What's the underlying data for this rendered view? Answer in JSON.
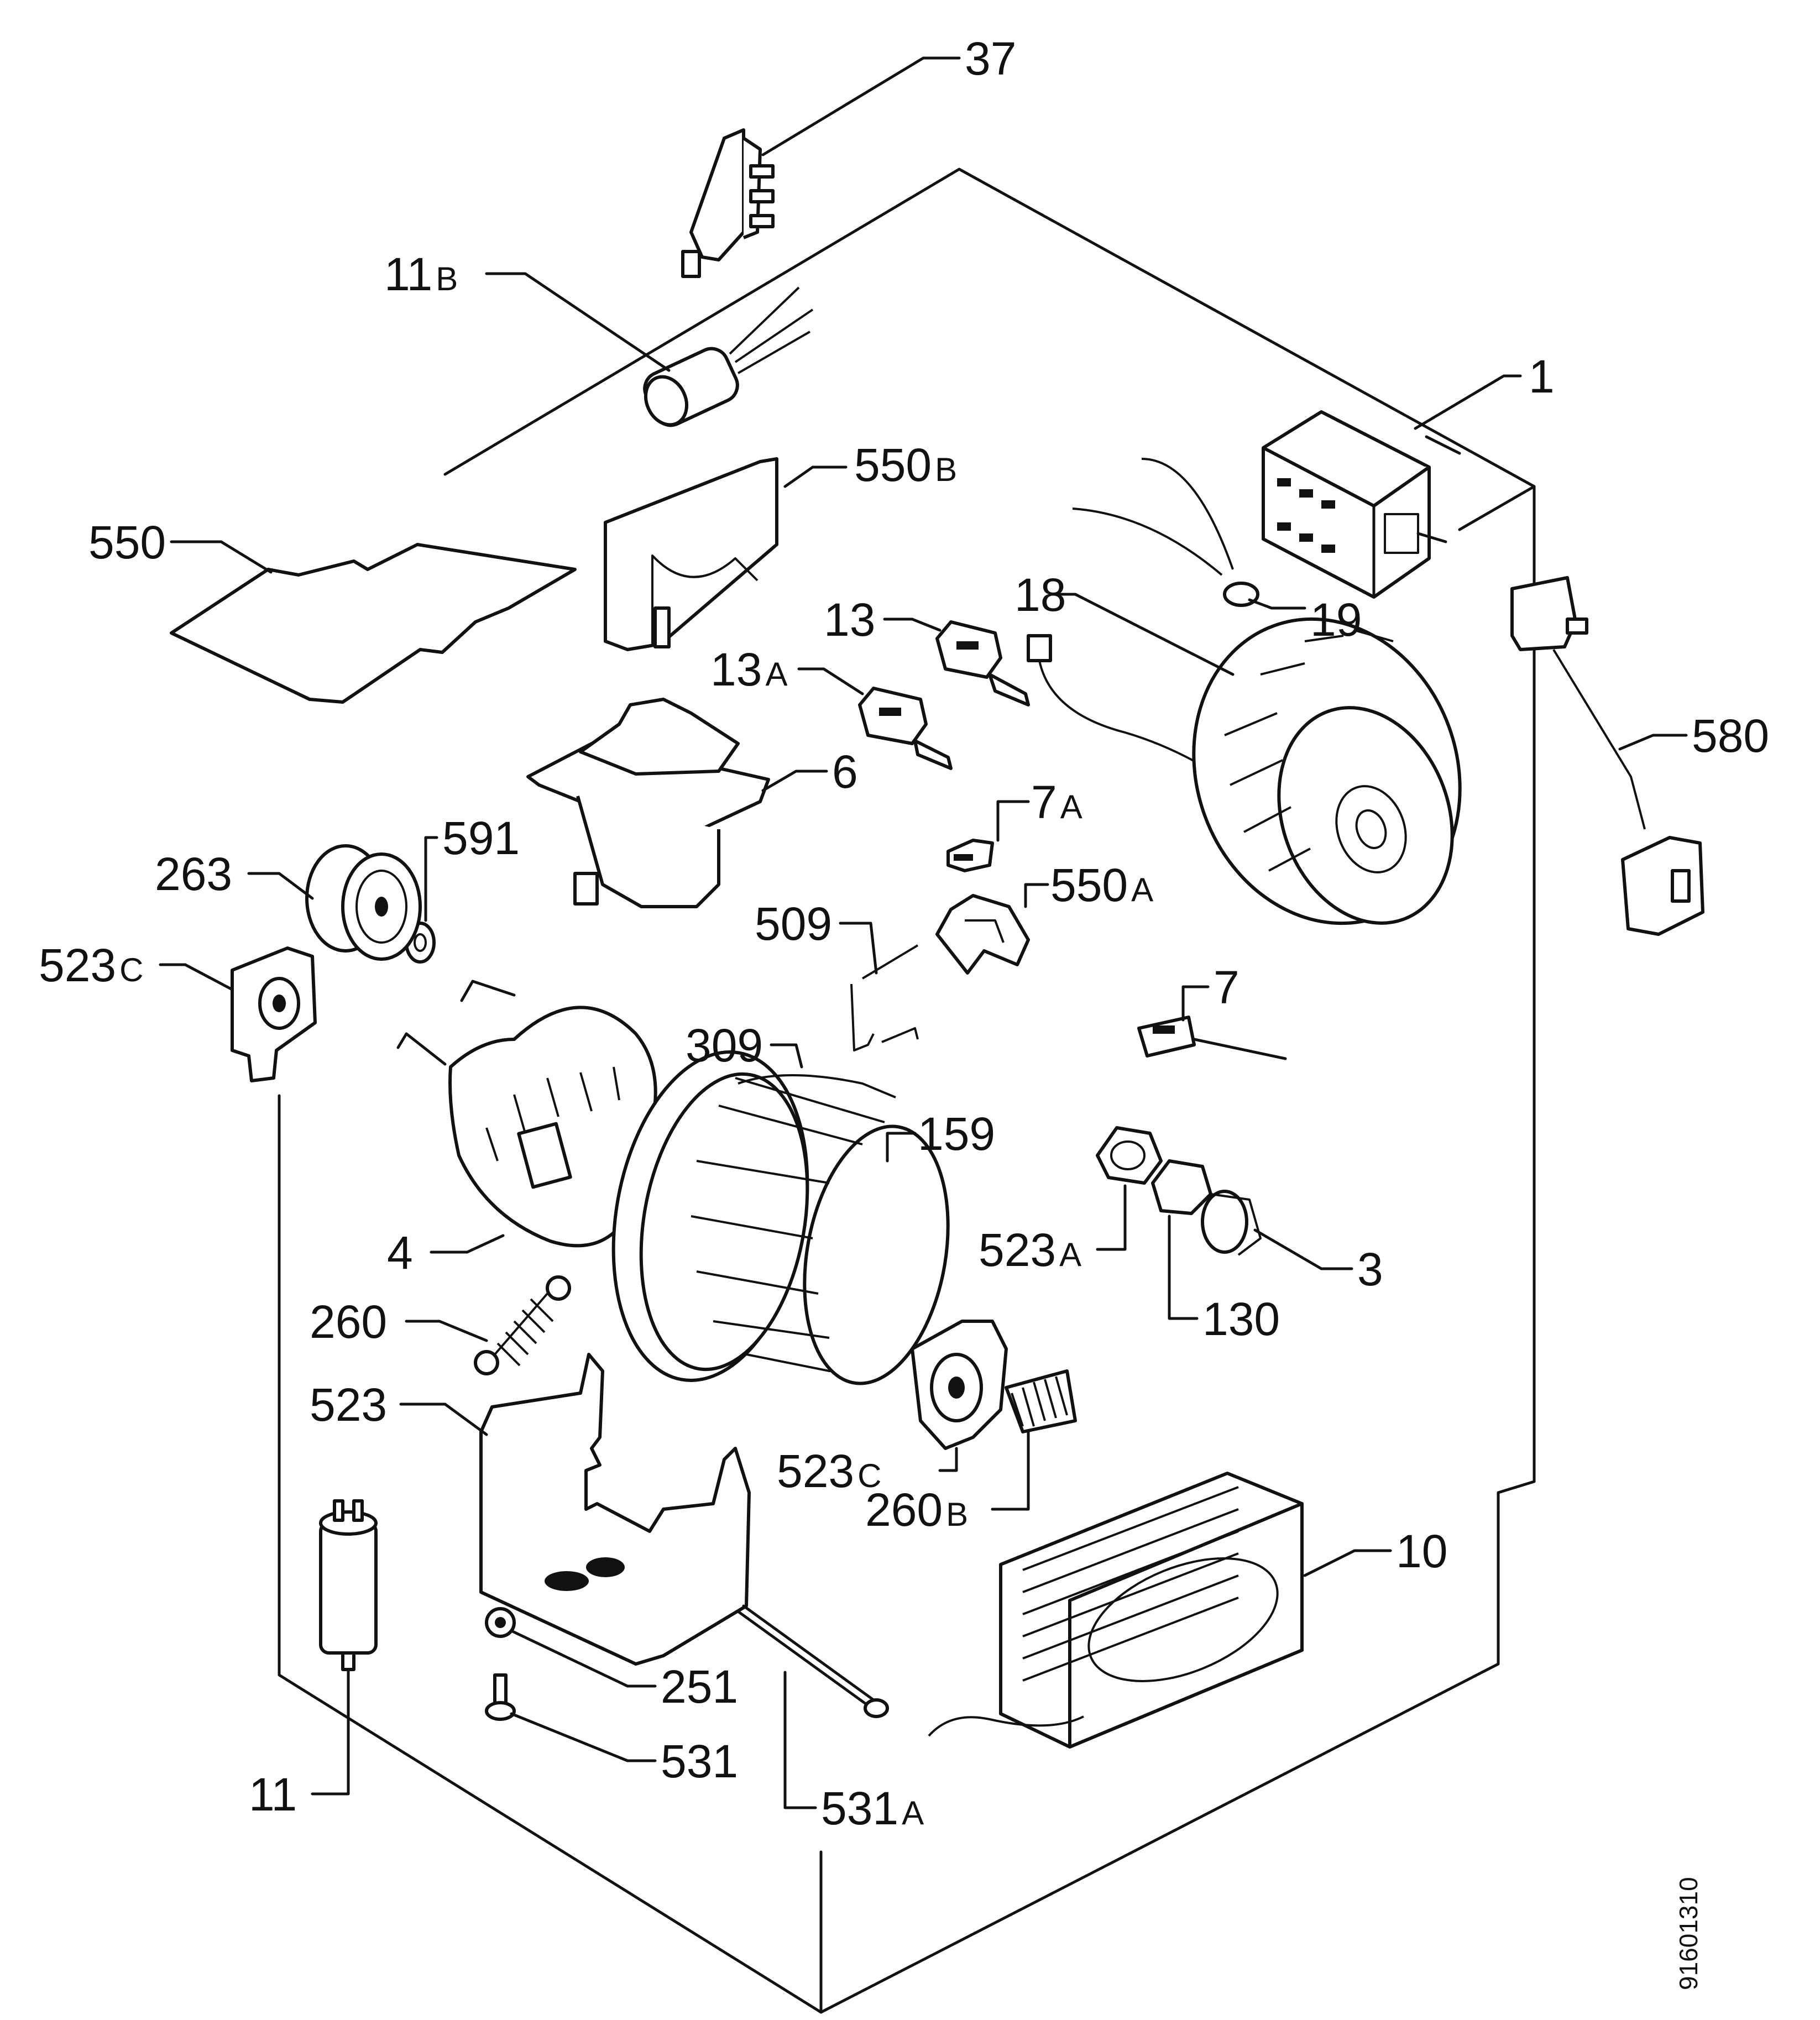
{
  "callouts": [
    {
      "id": "37",
      "main": "37",
      "suffix": ""
    },
    {
      "id": "11B",
      "main": "11",
      "suffix": "B"
    },
    {
      "id": "1",
      "main": "1",
      "suffix": ""
    },
    {
      "id": "550B",
      "main": "550",
      "suffix": "B"
    },
    {
      "id": "550",
      "main": "550",
      "suffix": ""
    },
    {
      "id": "13",
      "main": "13",
      "suffix": ""
    },
    {
      "id": "18",
      "main": "18",
      "suffix": ""
    },
    {
      "id": "19",
      "main": "19",
      "suffix": ""
    },
    {
      "id": "13A",
      "main": "13",
      "suffix": "A"
    },
    {
      "id": "580",
      "main": "580",
      "suffix": ""
    },
    {
      "id": "6",
      "main": "6",
      "suffix": ""
    },
    {
      "id": "7A",
      "main": "7",
      "suffix": "A"
    },
    {
      "id": "591",
      "main": "591",
      "suffix": ""
    },
    {
      "id": "263",
      "main": "263",
      "suffix": ""
    },
    {
      "id": "550A",
      "main": "550",
      "suffix": "A"
    },
    {
      "id": "509",
      "main": "509",
      "suffix": ""
    },
    {
      "id": "523C_left",
      "main": "523",
      "suffix": "C"
    },
    {
      "id": "7",
      "main": "7",
      "suffix": ""
    },
    {
      "id": "309",
      "main": "309",
      "suffix": ""
    },
    {
      "id": "159",
      "main": "159",
      "suffix": ""
    },
    {
      "id": "523A",
      "main": "523",
      "suffix": "A"
    },
    {
      "id": "4",
      "main": "4",
      "suffix": ""
    },
    {
      "id": "3",
      "main": "3",
      "suffix": ""
    },
    {
      "id": "260",
      "main": "260",
      "suffix": ""
    },
    {
      "id": "130",
      "main": "130",
      "suffix": ""
    },
    {
      "id": "523",
      "main": "523",
      "suffix": ""
    },
    {
      "id": "523C_right",
      "main": "523",
      "suffix": "C"
    },
    {
      "id": "260B",
      "main": "260",
      "suffix": "B"
    },
    {
      "id": "10",
      "main": "10",
      "suffix": ""
    },
    {
      "id": "251",
      "main": "251",
      "suffix": ""
    },
    {
      "id": "11",
      "main": "11",
      "suffix": ""
    },
    {
      "id": "531",
      "main": "531",
      "suffix": ""
    },
    {
      "id": "531A",
      "main": "531",
      "suffix": "A"
    }
  ],
  "document_number": "91601310"
}
